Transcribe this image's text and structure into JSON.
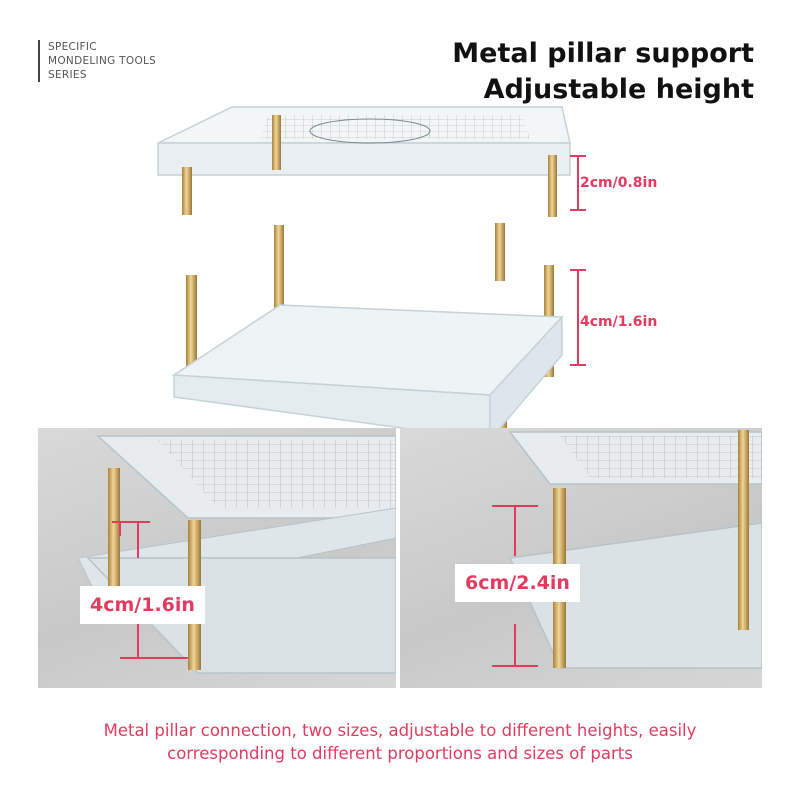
{
  "brand": {
    "lines": [
      "SPECIFIC",
      "MONDELING TOOLS",
      "SERIES"
    ]
  },
  "headline": {
    "line1": "Metal pillar support",
    "line2": "Adjustable height"
  },
  "dimensions": {
    "top_short": "2cm/0.8in",
    "top_long": "4cm/1.6in",
    "left_panel": "4cm/1.6in",
    "right_panel": "6cm/2.4in"
  },
  "caption": {
    "line1": "Metal pillar connection, two sizes, adjustable to different heights, easily",
    "line2": "corresponding to different proportions and sizes of parts"
  },
  "colors": {
    "accent": "#e23b5f",
    "brass": "#c9a35a",
    "acrylic_edge": "#b8c8d0",
    "panel_bg": "#cfcfcf"
  }
}
